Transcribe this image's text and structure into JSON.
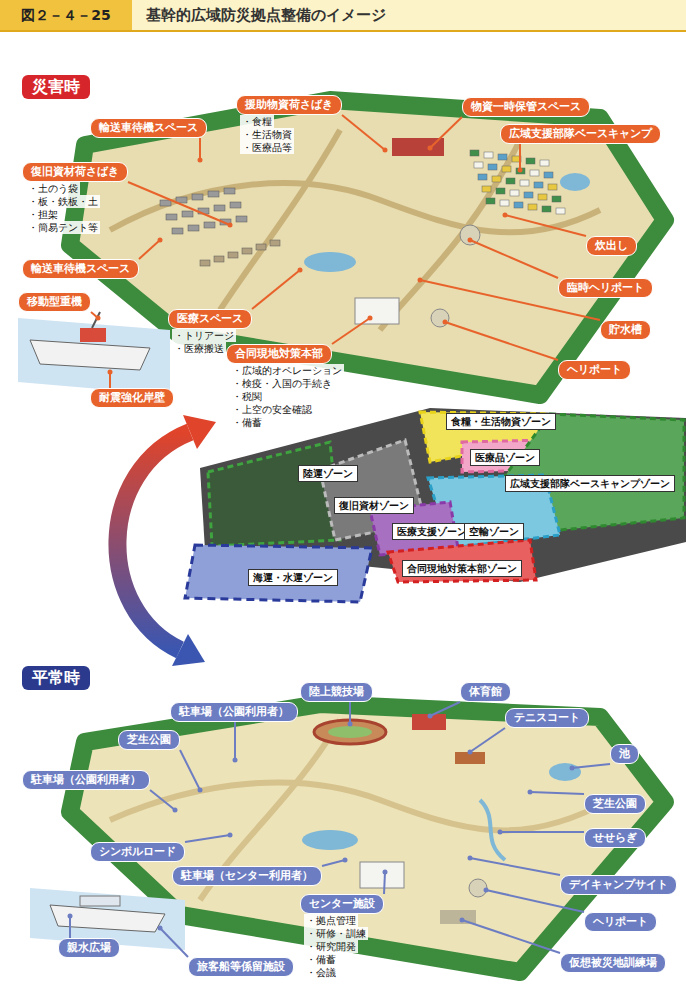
{
  "diagram": {
    "title": "基幹的広域防災拠点整備のイメージ",
    "nodes": [
      {
        "text": [
          "災害時"
        ]
      },
      {
        "text": [
          "援助物資荷さばき",
          "・食糧",
          "・生活物資",
          "・医療品等"
        ]
      },
      {
        "text": [
          "物資一時保管スペース"
        ]
      },
      {
        "text": [
          "輸送車待機スペース"
        ]
      },
      {
        "text": [
          "広域支援部隊ベースキャンプ"
        ]
      },
      {
        "text": [
          "復旧資材荷さばき",
          "・土のう袋",
          "・板・鉄板・土",
          "・担架",
          "・簡易テント等"
        ]
      },
      {
        "text": [
          "炊出し"
        ]
      },
      {
        "text": [
          "輸送車待機スペース"
        ]
      },
      {
        "text": [
          "臨時ヘリポート"
        ]
      },
      {
        "text": [
          "移動型重機"
        ]
      },
      {
        "text": [
          "医療スペース",
          "・トリアージ",
          "・医療搬送"
        ]
      },
      {
        "text": [
          "貯水槽"
        ]
      },
      {
        "text": [
          "合同現地対策本部",
          "・広域的オペレーション",
          "・検疫・入国の手続き",
          "・税関",
          "・上空の安全確認",
          "・備蓄"
        ]
      },
      {
        "text": [
          "ヘリポート"
        ]
      },
      {
        "text": [
          "耐震強化岸壁"
        ]
      },
      {
        "text": [
          "食糧・生活物資ゾーン"
        ]
      },
      {
        "text": [
          "医療品ゾーン"
        ]
      },
      {
        "text": [
          "陸運ゾーン"
        ]
      },
      {
        "text": [
          "広域支援部隊ベースキャンプゾーン"
        ]
      },
      {
        "text": [
          "復旧資材ゾーン"
        ]
      },
      {
        "text": [
          "医療支援ゾーン"
        ]
      },
      {
        "text": [
          "空輸ゾーン"
        ]
      },
      {
        "text": [
          "合同現地対策本部ゾーン"
        ]
      },
      {
        "text": [
          "海運・水運ゾーン"
        ]
      },
      {
        "text": [
          "平常時"
        ]
      },
      {
        "text": [
          "陸上競技場"
        ]
      },
      {
        "text": [
          "体育館"
        ]
      },
      {
        "text": [
          "駐車場（公園利用者）"
        ]
      },
      {
        "text": [
          "テニスコート"
        ]
      },
      {
        "text": [
          "芝生公園"
        ]
      },
      {
        "text": [
          "池"
        ]
      },
      {
        "text": [
          "駐車場（公園利用者）"
        ]
      },
      {
        "text": [
          "芝生公園"
        ]
      },
      {
        "text": [
          "せせらぎ"
        ]
      },
      {
        "text": [
          "シンボルロード"
        ]
      },
      {
        "text": [
          "デイキャンプサイト"
        ]
      },
      {
        "text": [
          "駐車場（センター利用者）"
        ]
      },
      {
        "text": [
          "センター施設",
          "・拠点管理",
          "・研修・訓練",
          "・研究開発",
          "・備蓄",
          "・会議"
        ]
      },
      {
        "text": [
          "ヘリポート"
        ]
      },
      {
        "text": [
          "親水広場"
        ]
      },
      {
        "text": [
          "旅客船等係留施設"
        ]
      },
      {
        "text": [
          "仮想被災地訓練場"
        ]
      }
    ],
    "labels": [
      "図２－４－25"
    ]
  }
}
